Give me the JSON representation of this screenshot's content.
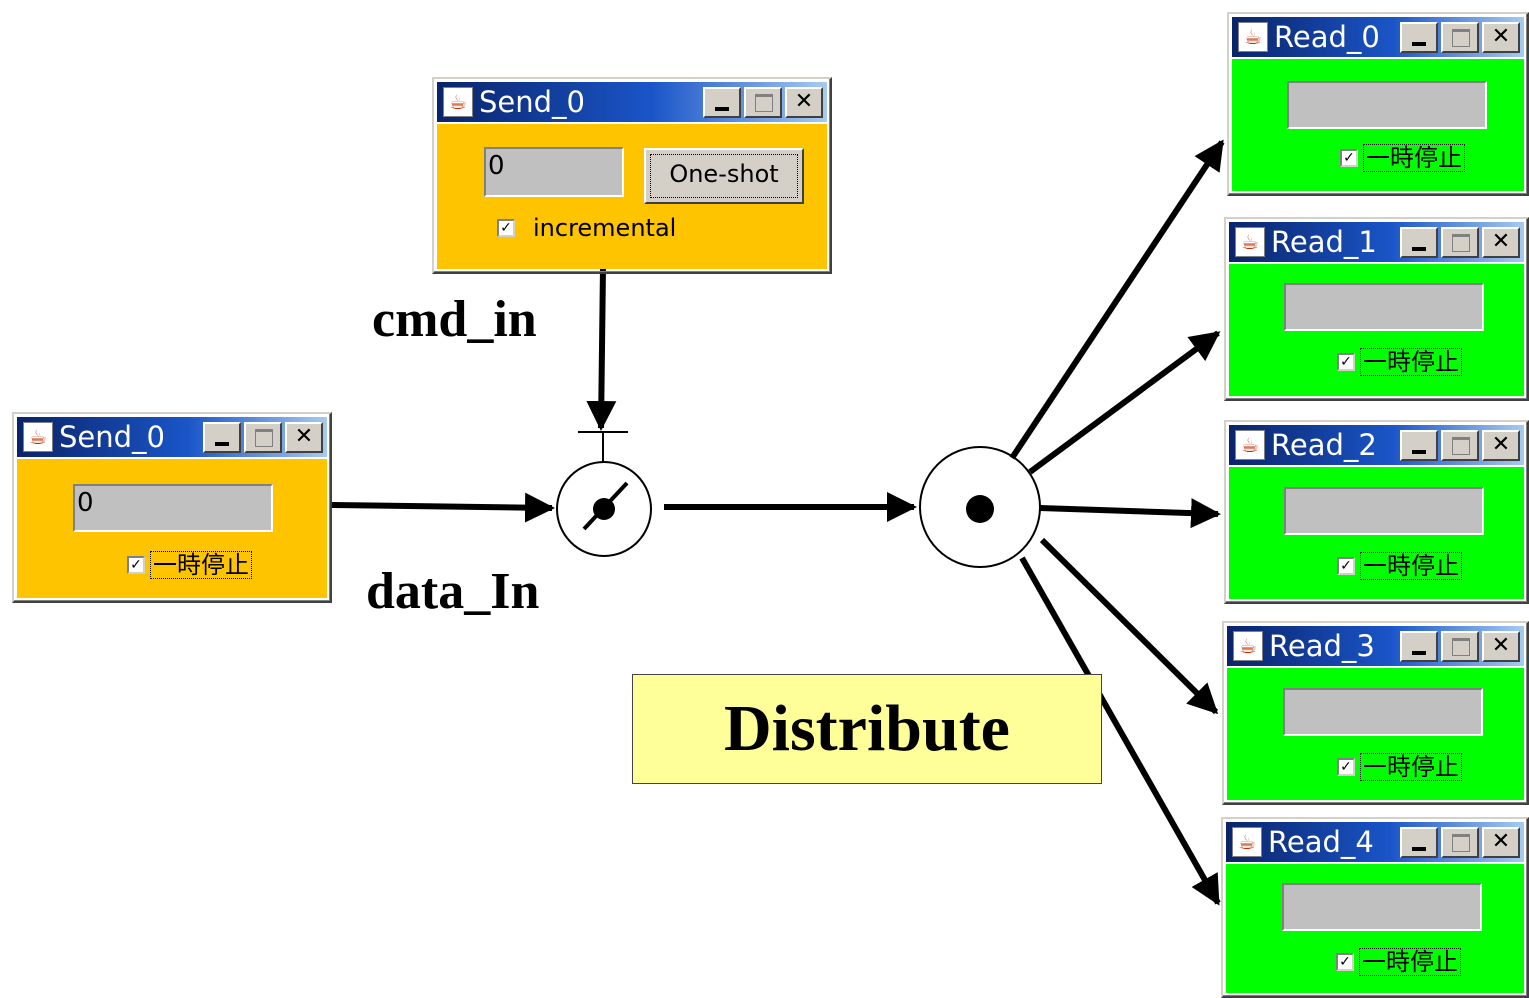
{
  "send_top": {
    "title": "Send_0",
    "value": "0",
    "button_label": "One-shot",
    "checkbox_checked": true,
    "checkbox_label": "incremental"
  },
  "send_left": {
    "title": "Send_0",
    "value": "0",
    "checkbox_checked": true,
    "checkbox_label": "一時停止"
  },
  "readers": [
    {
      "title": "Read_0",
      "value": "",
      "checkbox_label": "一時停止",
      "checkbox_checked": true
    },
    {
      "title": "Read_1",
      "value": "",
      "checkbox_label": "一時停止",
      "checkbox_checked": true
    },
    {
      "title": "Read_2",
      "value": "",
      "checkbox_label": "一時停止",
      "checkbox_checked": true
    },
    {
      "title": "Read_3",
      "value": "",
      "checkbox_label": "一時停止",
      "checkbox_checked": true
    },
    {
      "title": "Read_4",
      "value": "",
      "checkbox_label": "一時停止",
      "checkbox_checked": true
    }
  ],
  "ports": {
    "cmd_in": "cmd_in",
    "data_in": "data_In"
  },
  "distribute_label": "Distribute",
  "icons": {
    "app": "java-cup-icon",
    "minimize": "minimize-icon",
    "maximize": "maximize-icon",
    "close": "close-icon"
  },
  "colors": {
    "sender_body": "#ffc400",
    "reader_body": "#00ff00",
    "label_box": "#ffff99",
    "titlebar": "#0a246a"
  }
}
